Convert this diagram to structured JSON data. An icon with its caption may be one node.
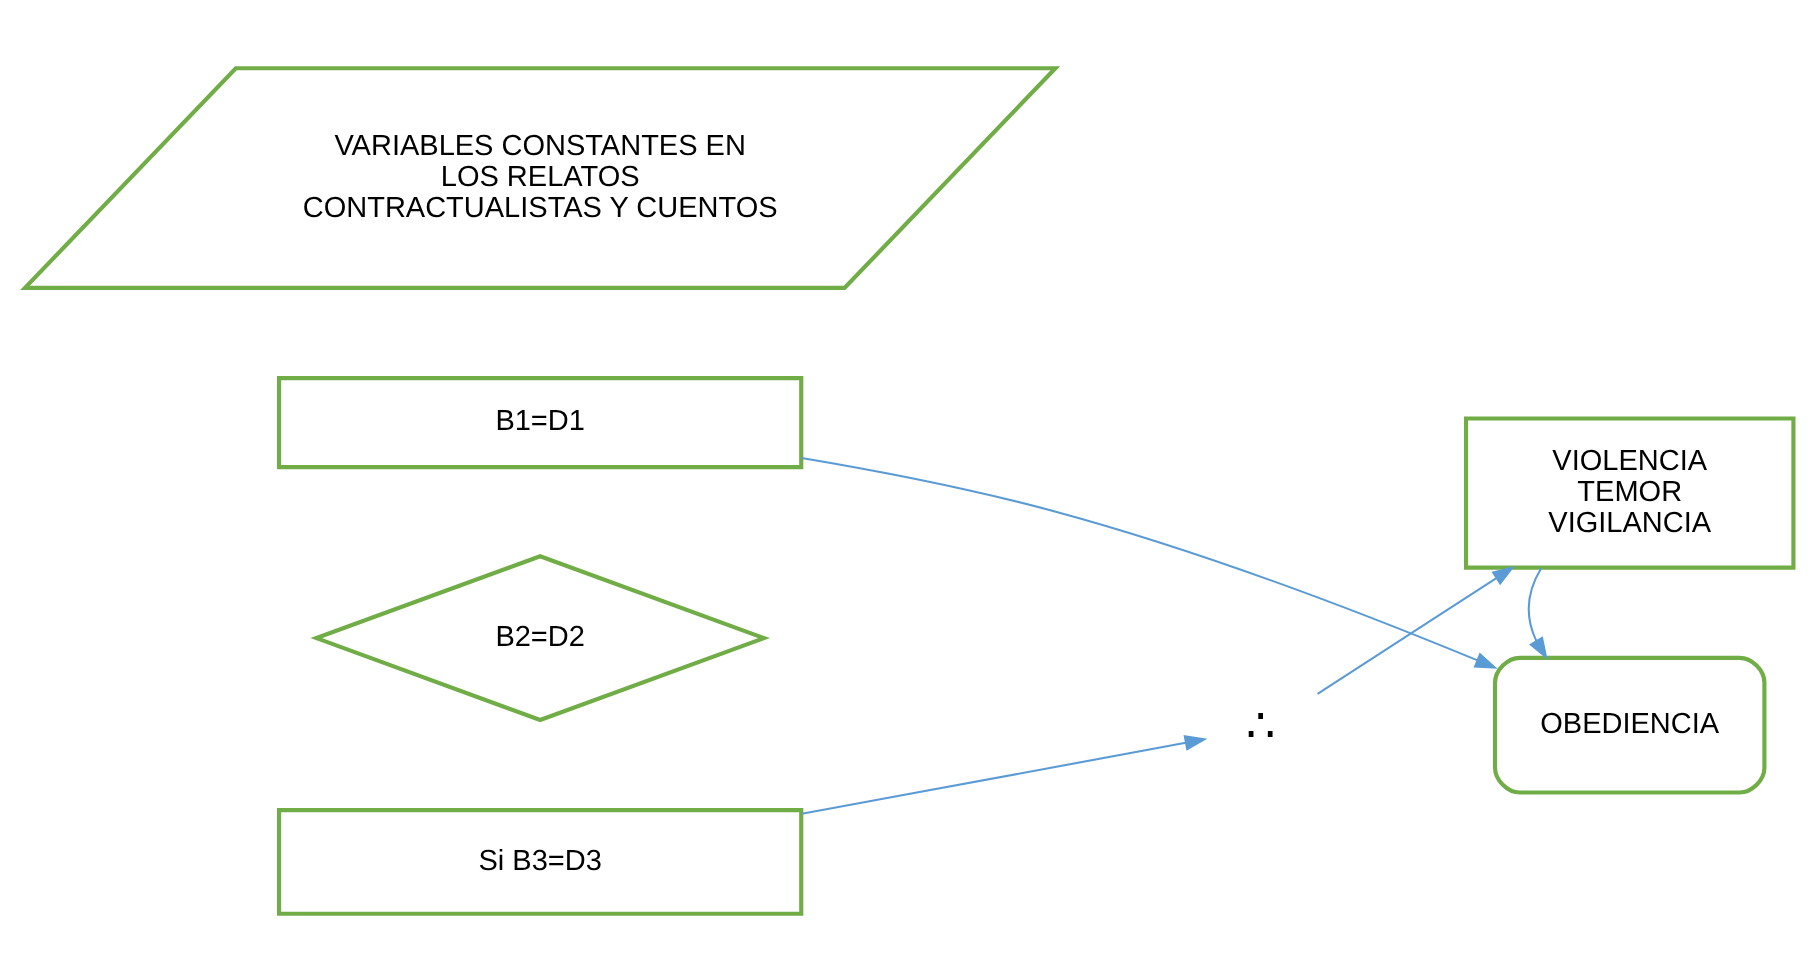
{
  "diagram": {
    "nodes": [
      {
        "text": [
          "VARIABLES CONSTANTES EN LOS RELATOS CONTRACTUALISTAS Y CUENTOS"
        ]
      },
      {
        "text": [
          "B1=D1"
        ]
      },
      {
        "text": [
          "OBEDIENCIA"
        ]
      },
      {
        "text": [
          "B2=D2"
        ]
      },
      {
        "text": [
          "Si B3=D3"
        ]
      },
      {
        "text": [
          "∴"
        ]
      },
      {
        "text": [
          "VIOLENCIA TEMOR VIGILANCIA"
        ]
      }
    ],
    "edges": [
      {
        "from": 1,
        "to": 2,
        "arrow": "to"
      },
      {
        "from": 4,
        "to": 5,
        "arrow": "to"
      },
      {
        "from": 5,
        "to": 6,
        "arrow": "to"
      },
      {
        "from": 6,
        "to": 2,
        "arrow": "to"
      }
    ]
  }
}
